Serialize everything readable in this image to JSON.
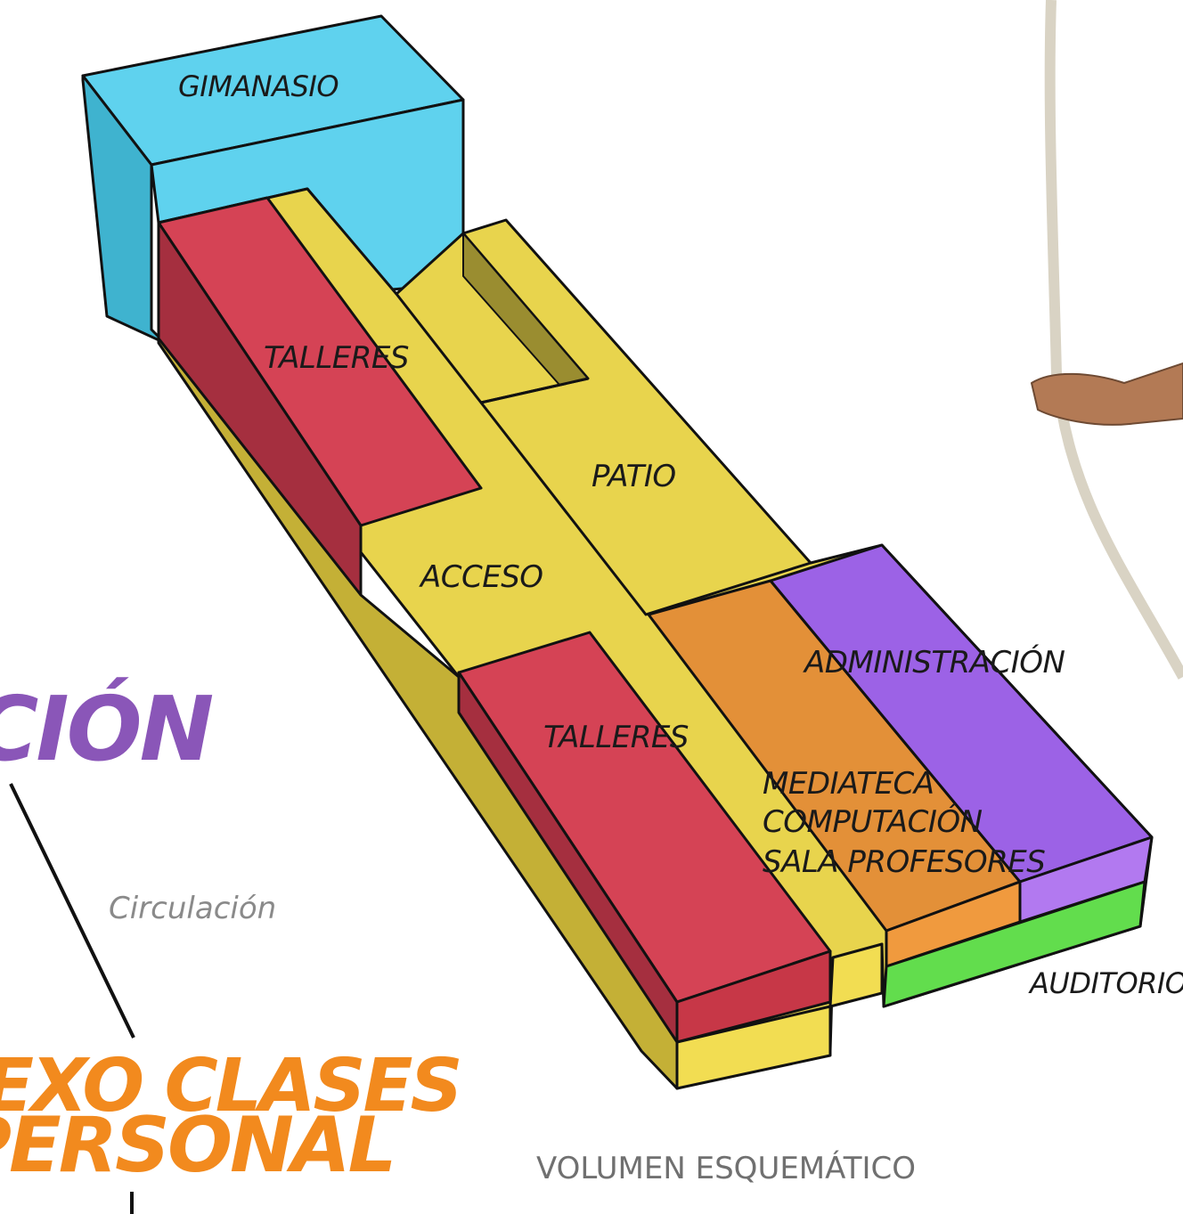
{
  "labels": {
    "gimnasio": "GIMANASIO",
    "talleres_top": "TALLERES",
    "patio": "PATIO",
    "acceso": "ACCESO",
    "administracion": "ADMINISTRACIÓN",
    "talleres_bottom": "TALLERES",
    "mediateca": "MEDIATECA",
    "computacion": "COMPUTACIÓN",
    "sala_profesores": "SALA PROFESORES",
    "auditorio": "AUDITORIO"
  },
  "side": {
    "purple_heading": "CIÓN",
    "circulacion": "Circulación",
    "orange_line1": "EXO CLASES",
    "orange_line2": "PERSONAL"
  },
  "caption": "VOLUMEN ESQUEMÁTICO",
  "colors": {
    "gimnasio": "#5fd2ee",
    "talleres": "#d54355",
    "circulacion": "#e8d44d",
    "mediateca": "#e39038",
    "administracion": "#9c62e6",
    "auditorio": "#62dd4d",
    "purple_heading": "#8a56b8",
    "orange_heading": "#f28a1e"
  }
}
